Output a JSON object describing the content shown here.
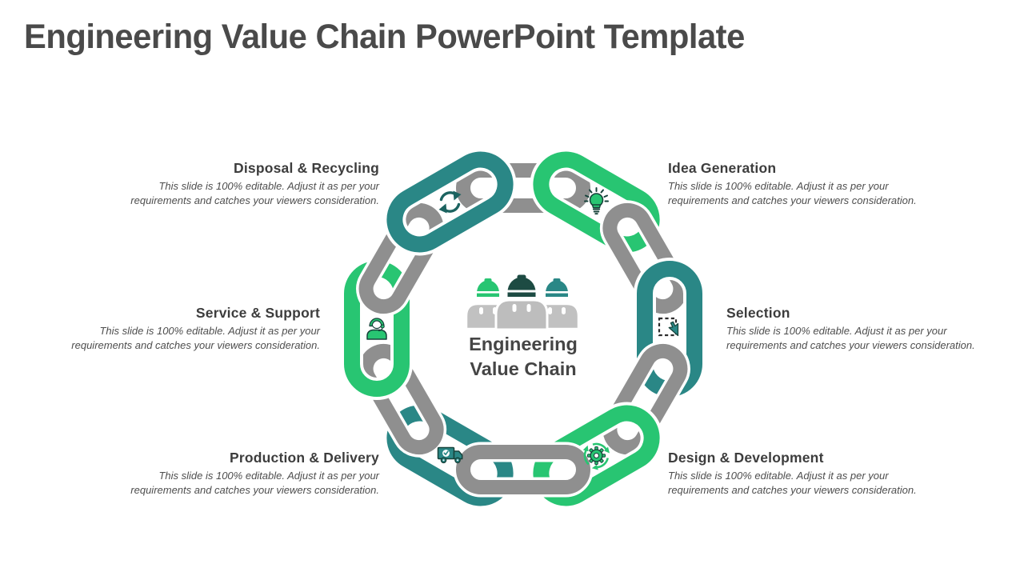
{
  "slide_title": "Engineering Value Chain PowerPoint Template",
  "center": {
    "line1": "Engineering",
    "line2": "Value Chain",
    "icon": "engineers-team-icon"
  },
  "sections": [
    {
      "label": "Disposal & Recycling",
      "description": "This slide is 100% editable. Adjust it as per your requirements and catches your viewers consideration.",
      "icon": "recycle-icon",
      "link_color": "teal",
      "position": "top-left"
    },
    {
      "label": "Idea Generation",
      "description": "This slide is 100% editable. Adjust it as per your requirements and catches your viewers consideration.",
      "icon": "lightbulb-icon",
      "link_color": "green",
      "position": "top-right"
    },
    {
      "label": "Service & Support",
      "description": "This slide is 100% editable. Adjust it as per your requirements and catches your viewers consideration.",
      "icon": "support-agent-icon",
      "link_color": "green",
      "position": "middle-left"
    },
    {
      "label": "Selection",
      "description": "This slide is 100% editable. Adjust it as per your requirements and catches your viewers consideration.",
      "icon": "cursor-select-icon",
      "link_color": "teal",
      "position": "middle-right"
    },
    {
      "label": "Production & Delivery",
      "description": "This slide is 100% editable. Adjust it as per your requirements and catches your viewers consideration.",
      "icon": "delivery-truck-icon",
      "link_color": "teal",
      "position": "bottom-left"
    },
    {
      "label": "Design & Development",
      "description": "This slide is 100% editable. Adjust it as per your requirements and catches your viewers consideration.",
      "icon": "gear-cycle-icon",
      "link_color": "green",
      "position": "bottom-right"
    }
  ],
  "colors": {
    "green": "#28C572",
    "teal": "#2A8786",
    "chain_gray": "#8F8F8F",
    "body_gray": "#C1C1C1",
    "dark_helmet": "#1D4B43",
    "icon_dark": "#16423A",
    "recycle_teal": "#1C6360",
    "title_gray": "#4A4A4A",
    "heading_gray": "#3D3D3D"
  }
}
